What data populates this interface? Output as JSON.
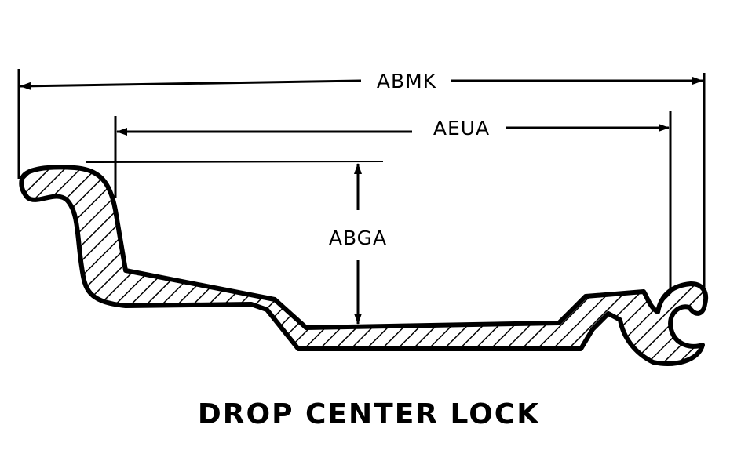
{
  "dimensions": {
    "overall_width": "ABMK",
    "inner_width": "AEUA",
    "drop_depth": "ABGA"
  },
  "caption": "DROP CENTER LOCK"
}
